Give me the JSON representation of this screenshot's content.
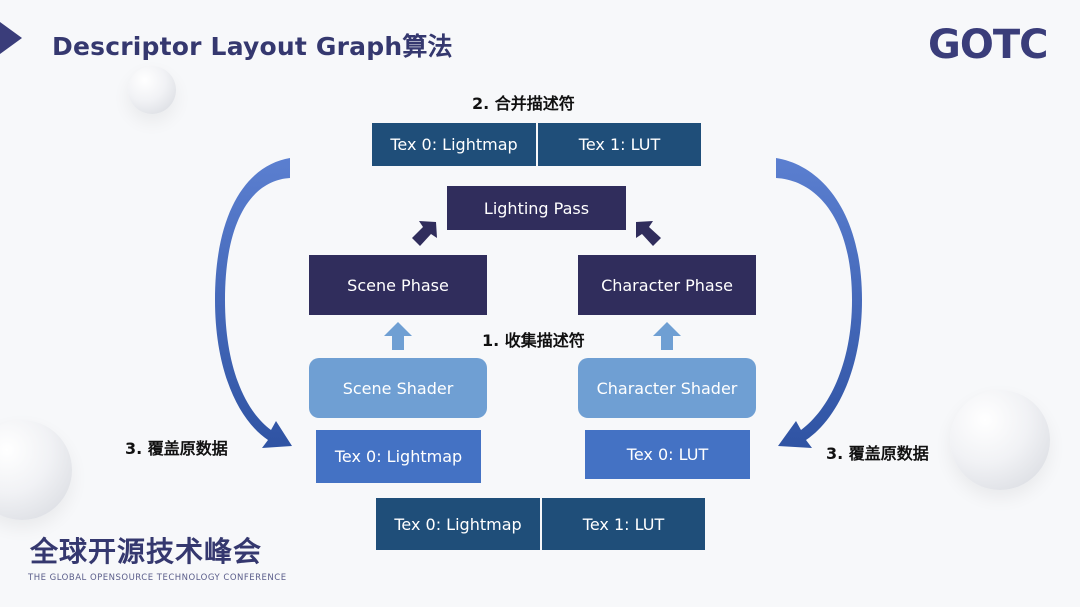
{
  "header": {
    "title": "Descriptor Layout Graph算法",
    "logo": "GOTC"
  },
  "footer": {
    "name_cn": "全球开源技术峰会",
    "name_en": "THE GLOBAL OPENSOURCE TECHNOLOGY CONFERENCE"
  },
  "diagram": {
    "merged_top": {
      "left": "Tex 0: Lightmap",
      "right": "Tex 1: LUT"
    },
    "step2": "2. 合并描述符",
    "lighting_pass": "Lighting Pass",
    "scene_phase": "Scene Phase",
    "character_phase": "Character Phase",
    "step1": "1. 收集描述符",
    "scene_shader": "Scene Shader",
    "character_shader": "Character Shader",
    "scene_tex": "Tex 0: Lightmap",
    "character_tex": "Tex 0: LUT",
    "merged_bottom": {
      "left": "Tex 0: Lightmap",
      "right": "Tex 1: LUT"
    },
    "step3_left": "3. 覆盖原数据",
    "step3_right": "3. 覆盖原数据"
  },
  "colors": {
    "dark_blue": "#1f4e79",
    "purple": "#302d5c",
    "light_blue": "#6f9fd3",
    "mid_blue": "#4472c4",
    "arrow_blue": "#3b62b0"
  }
}
